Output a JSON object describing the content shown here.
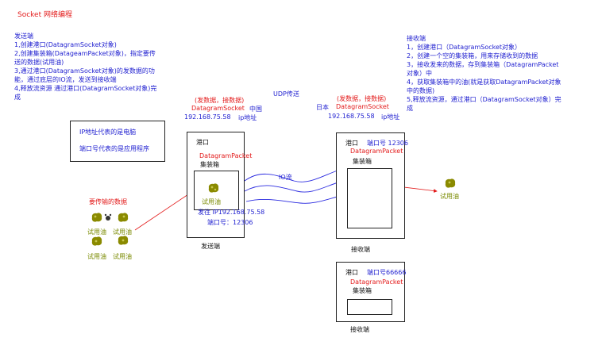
{
  "title": "Socket 网络编程",
  "sender": {
    "heading": "发送端",
    "steps": [
      "1,创建港口(DatagramSocket对象)",
      "2,创建集装箱(DatageamPacket对象)，指定要传",
      "送的数据(试用油)",
      "3,通过港口(DatagramSocket对象)的发数据的功",
      "能，通过底层的IO流，发送到接收端",
      "4,释放流资源 通过港口(DatagramSocket对象)完",
      "成"
    ]
  },
  "receiver": {
    "heading": "接收端",
    "steps": [
      "1，创建港口（DatagramSocket对象）",
      "2，创建一个空的集装箱，用来存储收到的数据",
      "3，接收发来的数据，存到集装箱（DatagramPacket",
      "对象）中",
      "4，获取集装箱中的油(就是获取DatagramPacket对象",
      "中的数据)",
      "5,释放流资源，通过港口（DatagramSocket对象）完",
      "成"
    ]
  },
  "note": {
    "line1": "IP地址代表的是电脑",
    "line2": "端口号代表的是应用程序"
  },
  "left_node": {
    "ops": "(发数据，接数据)",
    "socket": "DatagramSocket",
    "country": "中国",
    "ip": "192.168.75.58",
    "ip_label": "ip地址"
  },
  "right_node": {
    "country": "日本",
    "ops": "(发数据，接数据)",
    "socket": "DatagramSocket",
    "ip": "192.168.75.58",
    "ip_label": "ip地址"
  },
  "udp_label": "UDP传送",
  "io_label": "IO流",
  "data_label": "要传输的数据",
  "oil": "试用油",
  "sender_box": {
    "port": "港口",
    "packet": "DatagramPacket",
    "container": "集装箱",
    "oil": "试用油",
    "send_to": "发往 IP192.168.75.58",
    "port_no": "端口号：12306",
    "caption": "发送端"
  },
  "receiver_box_1": {
    "port": "港口",
    "port_no": "端口号 12306",
    "packet": "DatagramPacket",
    "container": "集装箱",
    "caption": "接收端"
  },
  "receiver_box_2": {
    "port": "港口",
    "port_no": "端口号66666",
    "packet": "DatagramPacket",
    "container": "集装箱",
    "caption": "接收端"
  },
  "received_oil": "试用油",
  "colors": {
    "red": "#e31b1b",
    "blue": "#1f1fd0",
    "oil": "#8a8a00"
  }
}
